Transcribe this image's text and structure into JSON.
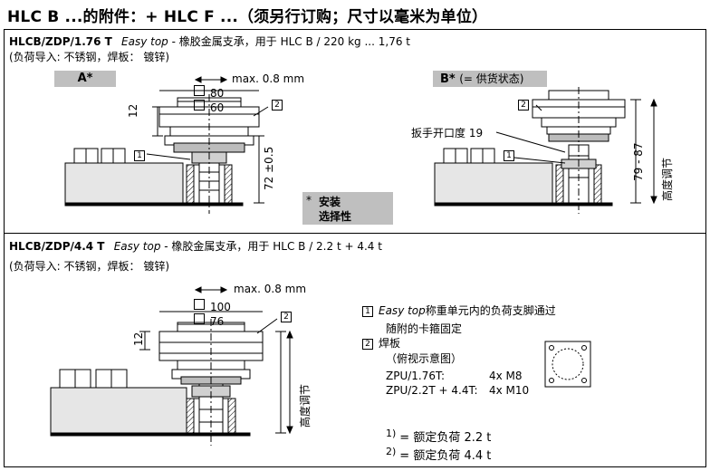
{
  "header": {
    "text": "HLC B ...的附件：+ HLC F ...（须另行订购；尺寸以毫米为单位）"
  },
  "top_panel": {
    "title_code": "HLCB/ZDP/1.76 T",
    "title_name": "Easy top",
    "title_rest": " - 橡胶金属支承，用于 HLC B / 220 kg ... 1,76 t",
    "subtitle": "(负荷导入: 不锈钢，焊板： 镀锌)",
    "view_a_label": "A*",
    "view_b_label": "B*",
    "view_b_note": "(= 供货状态)",
    "max_label": "max. 0.8 mm",
    "dim_80": "80",
    "dim_60": "60",
    "dim_12": "12",
    "dim_72": "72 ±0.5",
    "dim_79_87": "79 - 87",
    "height_adj": "高度调节",
    "wrench_label": "扳手开口度 19",
    "callout_1": "1",
    "callout_2": "2",
    "note_star": "*",
    "note_line1": "安装",
    "note_line2": "选择性"
  },
  "bottom_panel": {
    "title_code": "HLCB/ZDP/4.4 T",
    "title_name": "Easy top",
    "title_rest": " - 橡胶金属支承，用于 HLC B / 2.2 t + 4.4 t",
    "subtitle": "(负荷导入: 不锈钢，焊板： 镀锌)",
    "max_label": "max. 0.8 mm",
    "dim_100": "100",
    "dim_76": "76",
    "dim_12": "12",
    "height_adj": "高度调节",
    "callout_2": "2"
  },
  "legend": {
    "item1_num": "1",
    "item1_name": "Easy top",
    "item1_text": "称重单元内的负荷支脚通过",
    "item1_text2": "随附的卡箍固定",
    "item2_num": "2",
    "item2_text": "焊板",
    "item2_sub": "（俯视示意图）",
    "zpu1_label": "ZPU/1.76T:",
    "zpu1_value": "4x M8",
    "zpu2_label": "ZPU/2.2T + 4.4T:",
    "zpu2_value": "4x M10",
    "fn1_mark": "1)",
    "fn1_text": "= 额定负荷 2.2 t",
    "fn2_mark": "2)",
    "fn2_text": "= 额定负荷 4.4 t"
  }
}
